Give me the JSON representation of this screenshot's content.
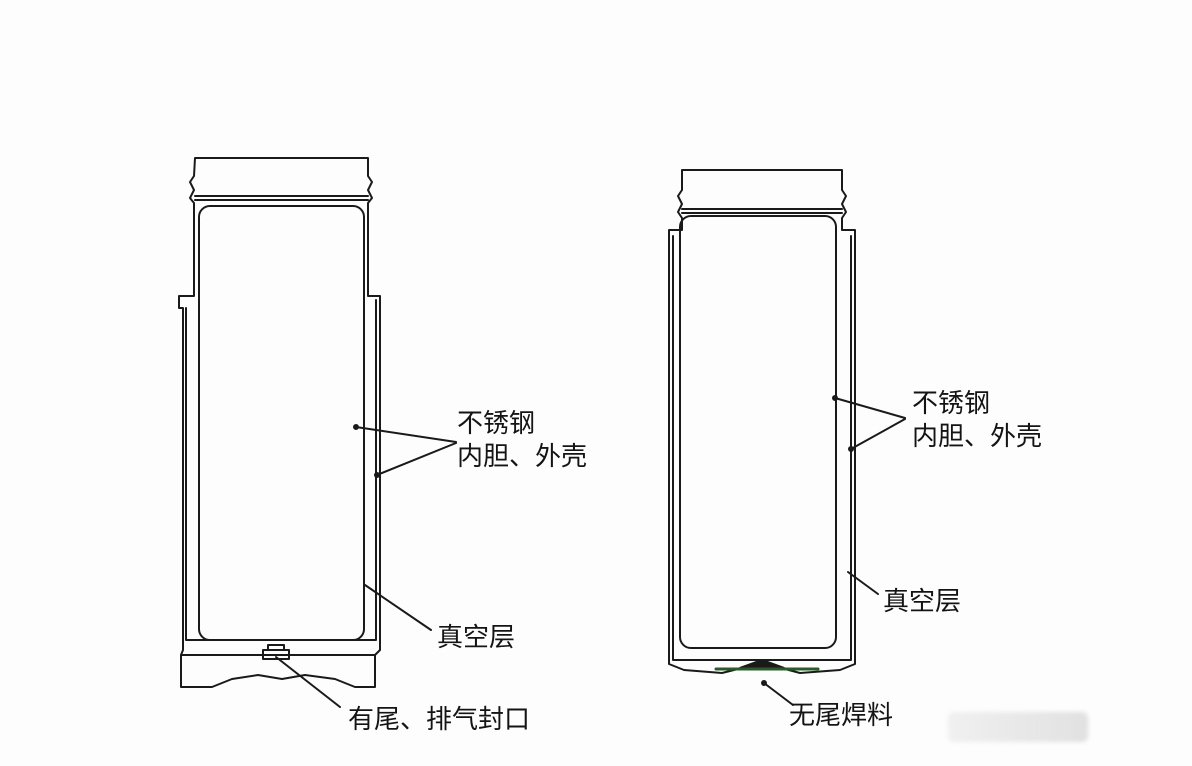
{
  "diagram": {
    "left_bottle": {
      "material_label_line1": "不锈钢",
      "material_label_line2": "内胆、外壳",
      "vacuum_label": "真空层",
      "seal_label": "有尾、排气封口"
    },
    "right_bottle": {
      "material_label_line1": "不锈钢",
      "material_label_line2": "内胆、外壳",
      "vacuum_label": "真空层",
      "seal_label": "无尾焊料"
    },
    "colors": {
      "line": "#1a1a1a",
      "solder_accent": "#2d5a2d"
    }
  }
}
